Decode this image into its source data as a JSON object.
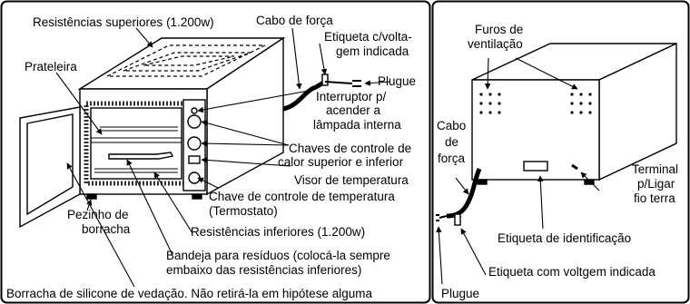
{
  "left_panel": {
    "labels": {
      "top_heaters": "Resistências superiores (1.200w)",
      "power_cable": "Cabo de força",
      "voltage_tag_l1": "Etiqueta c/volta-",
      "voltage_tag_l2": "gem indicada",
      "plug": "Plugue",
      "shelf": "Prateleira",
      "lamp_switch_l1": "Interruptor p/",
      "lamp_switch_l2": "acender a",
      "lamp_switch_l3": "lâmpada interna",
      "heat_controls_l1": "Chaves de controle de",
      "heat_controls_l2": "calor superior e inferior",
      "temp_display": "Visor de temperatura",
      "thermostat_l1": "Chave de controle de temperatura",
      "thermostat_l2": "(Termostato)",
      "rubber_foot_l1": "Pezinho de",
      "rubber_foot_l2": "borracha",
      "bottom_heaters": "Resistências inferiores (1.200w)",
      "tray_l1": "Bandeja para resíduos (colocá-la sempre",
      "tray_l2": "embaixo das resistências inferiores)",
      "seal": "Borracha de silicone de vedação. Não retirá-la em hipótese alguma"
    }
  },
  "right_panel": {
    "labels": {
      "vents_l1": "Furos de",
      "vents_l2": "ventilação",
      "cable_l1": "Cabo",
      "cable_l2": "de",
      "cable_l3": "força",
      "ground_l1": "Terminal",
      "ground_l2": "p/Ligar",
      "ground_l3": "fio terra",
      "id_tag": "Etiqueta de identificação",
      "voltage_tag": "Etiqueta com voltgem indicada",
      "plug": "Plugue"
    }
  }
}
